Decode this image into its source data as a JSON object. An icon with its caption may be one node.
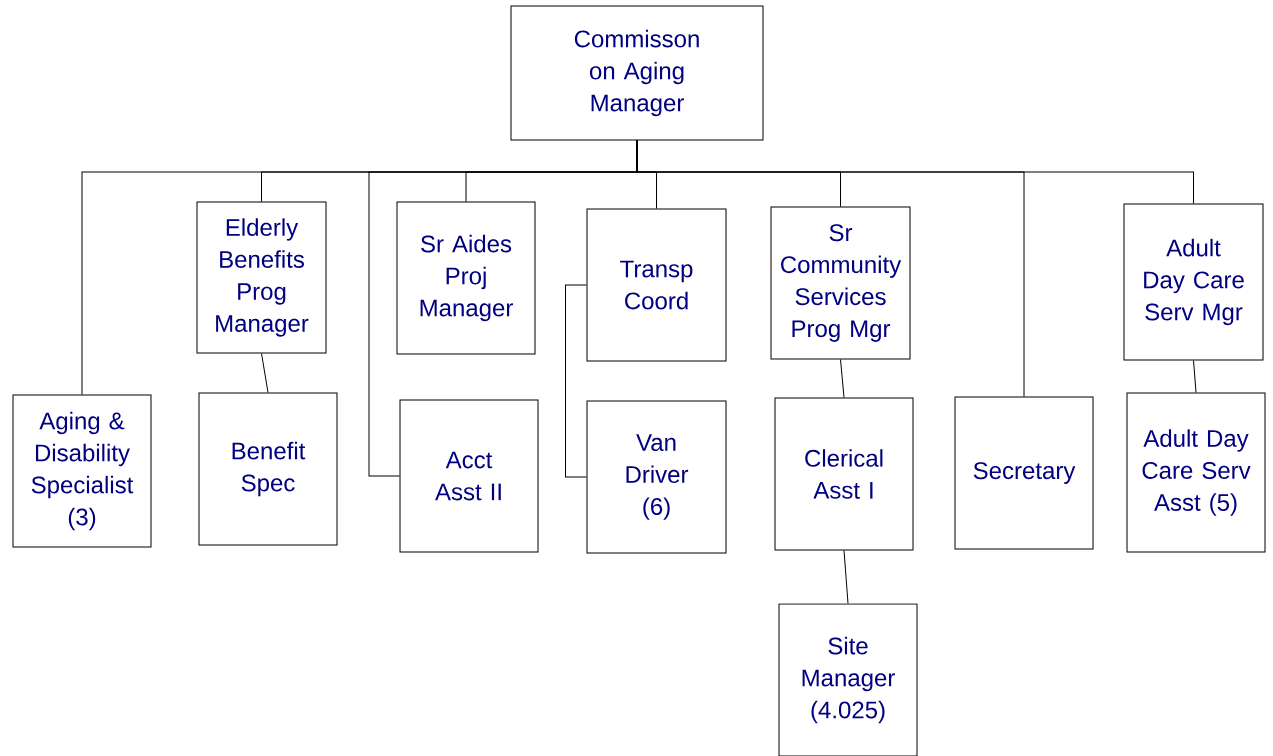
{
  "diagram": {
    "nodes": [
      {
        "text": [
          "Commisson on Aging Manager"
        ]
      },
      {
        "text": [
          "Elderly Benefits Prog Manager"
        ]
      },
      {
        "text": [
          "Sr Aides Proj Manager"
        ]
      },
      {
        "text": [
          "Transp Coord"
        ]
      },
      {
        "text": [
          "Sr Community Services Prog Mgr"
        ]
      },
      {
        "text": [
          "Adult Day Care Serv Mgr"
        ]
      },
      {
        "text": [
          "Aging & Disability Specialist (3)"
        ]
      },
      {
        "text": [
          "Benefit Spec"
        ]
      },
      {
        "text": [
          "Acct Asst II"
        ]
      },
      {
        "text": [
          "Van Driver (6)"
        ]
      },
      {
        "text": [
          "Clerical Asst I"
        ]
      },
      {
        "text": [
          "Secretary"
        ]
      },
      {
        "text": [
          "Adult Day Care Serv Asst (5)"
        ]
      },
      {
        "text": [
          "Site Manager (4.025)"
        ]
      }
    ],
    "edges": [
      {
        "from": 0,
        "to": 6,
        "arrow": "none"
      },
      {
        "from": 0,
        "to": 1,
        "arrow": "none"
      },
      {
        "from": 0,
        "to": 8,
        "arrow": "none"
      },
      {
        "from": 0,
        "to": 2,
        "arrow": "none"
      },
      {
        "from": 0,
        "to": 3,
        "arrow": "none"
      },
      {
        "from": 0,
        "to": 4,
        "arrow": "none"
      },
      {
        "from": 0,
        "to": 11,
        "arrow": "none"
      },
      {
        "from": 0,
        "to": 5,
        "arrow": "none"
      },
      {
        "from": 1,
        "to": 7,
        "arrow": "none"
      },
      {
        "from": 3,
        "to": 9,
        "arrow": "none"
      },
      {
        "from": 4,
        "to": 10,
        "arrow": "none"
      },
      {
        "from": 10,
        "to": 13,
        "arrow": "none"
      },
      {
        "from": 5,
        "to": 12,
        "arrow": "none"
      }
    ]
  }
}
